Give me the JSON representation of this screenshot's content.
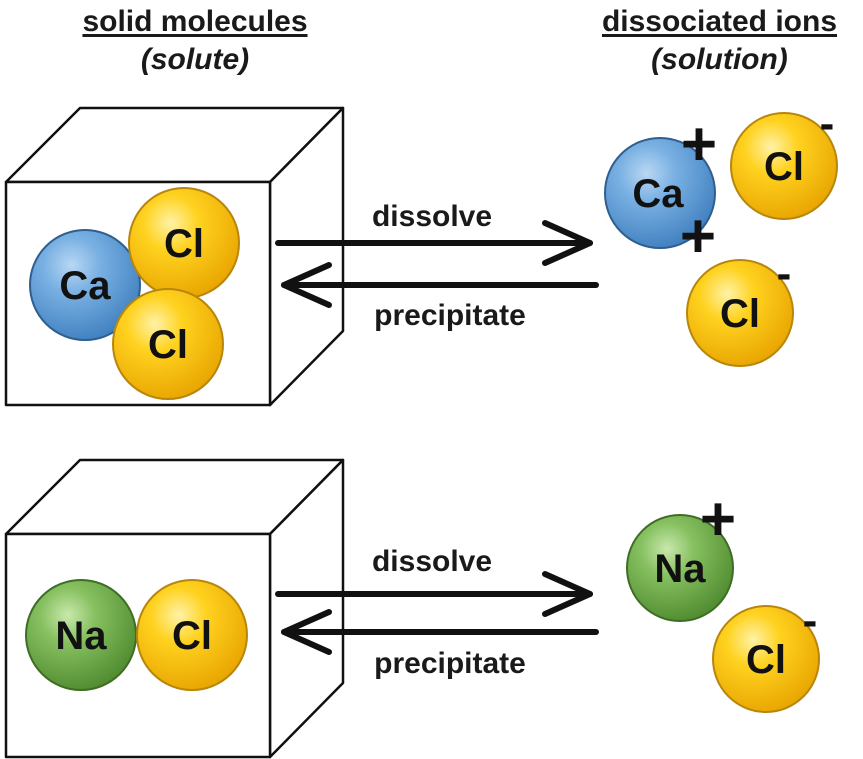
{
  "headers": {
    "left_title": "solid molecules",
    "left_subtitle": "(solute)",
    "right_title": "dissociated ions",
    "right_subtitle": "(solution)"
  },
  "arrows": {
    "forward_label": "dissolve",
    "reverse_label": "precipitate"
  },
  "atoms": {
    "calcium": "Ca",
    "chlorine": "Cl",
    "sodium": "Na"
  },
  "charges": {
    "positive": "+",
    "negative": "-"
  },
  "colors": {
    "calcium": "#5b9bd5",
    "chlorine": "#ffc000",
    "sodium": "#70ad47"
  }
}
